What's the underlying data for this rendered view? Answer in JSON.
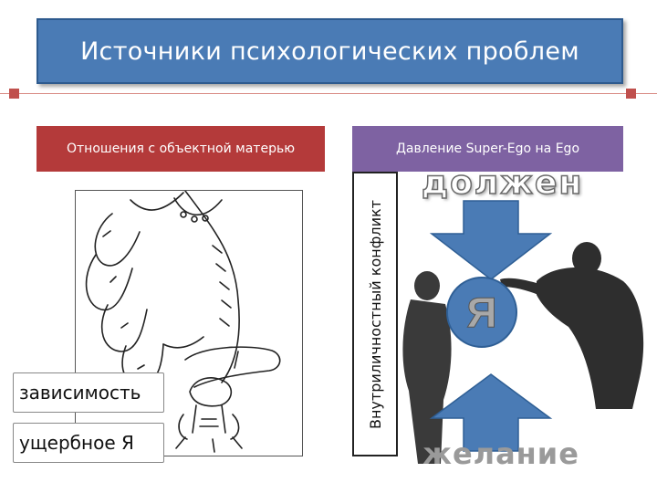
{
  "slide": {
    "title": "Источники психологических проблем"
  },
  "left": {
    "header": "Отношения с объектной матерью",
    "labels": [
      "зависимость",
      "ущербное Я"
    ]
  },
  "right": {
    "header": "Давление Super-Ego на Ego",
    "vertical_label": "Внутриличностный конфликт",
    "top_word": "должен",
    "center_letter": "Я",
    "bottom_word": "желание"
  },
  "colors": {
    "title_bg": "#4a7bb5",
    "left_header_bg": "#b43a3a",
    "right_header_bg": "#7e62a2",
    "arrow_fill": "#4a7bb5",
    "accent": "#c0504d"
  }
}
